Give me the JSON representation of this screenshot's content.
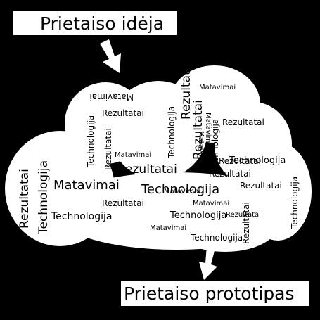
{
  "input_label": "Prietaiso idėja",
  "output_label": "Prietaiso prototipas",
  "cloud_words": [
    "Matavimai",
    "Rezultatai",
    "Matavimai",
    "Technologija",
    "Rezultatai",
    "Technologija",
    "Rezultatai",
    "Matavimai",
    "Technologija",
    "Rezultatai",
    "Matavimai",
    "Rezultatai",
    "Technologija",
    "Matavimai",
    "Rezultatai",
    "Rezultatai",
    "Technologija",
    "Rezultatai",
    "Technologija",
    "Technologija",
    "Rezultatai",
    "Matavimai",
    "Technologija",
    "Rezultatai",
    "Matavimai",
    "Rezultatai",
    "Rezultatai",
    "Technologija",
    "Matavimai",
    "Technologija",
    "Matavimai",
    "Rezultatai"
  ],
  "colors": {
    "background": "#000000",
    "cloud": "#ffffff",
    "text": "#000000"
  }
}
